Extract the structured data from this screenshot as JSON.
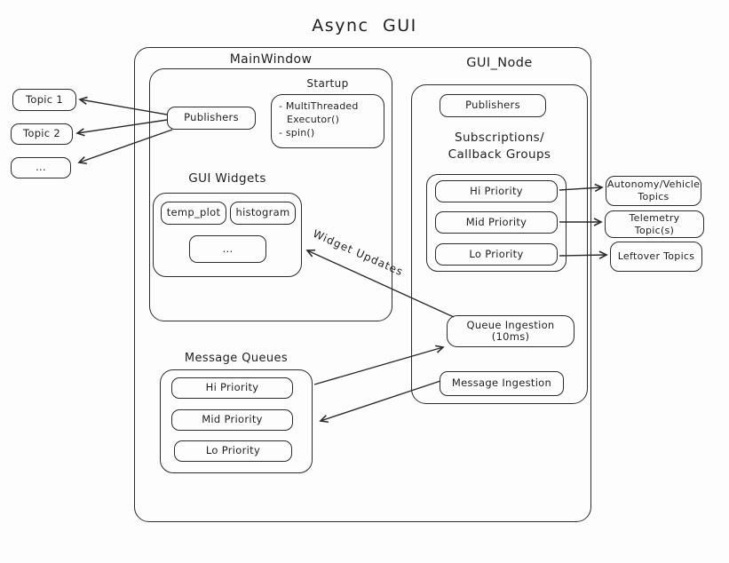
{
  "title": "Async GUI",
  "colors": {
    "stroke": "#2b2b2b",
    "background": "#fdfdfd"
  },
  "left_topics": [
    "Topic 1",
    "Topic 2",
    "..."
  ],
  "main_window": {
    "label": "MainWindow",
    "publishers_label": "Publishers",
    "startup": {
      "label": "Startup",
      "lines": [
        "- MultiThreaded",
        "Executor()",
        "- spin()"
      ]
    },
    "gui_widgets": {
      "label": "GUI Widgets",
      "items": [
        "temp_plot",
        "histogram",
        "..."
      ]
    },
    "message_queues": {
      "label": "Message Queues",
      "items": [
        "Hi Priority",
        "Mid Priority",
        "Lo Priority"
      ]
    }
  },
  "gui_node": {
    "label": "GUI_Node",
    "publishers_label": "Publishers",
    "subscriptions": {
      "label": [
        "Subscriptions/",
        "Callback Groups"
      ],
      "items": [
        "Hi Priority",
        "Mid Priority",
        "Lo Priority"
      ]
    },
    "queue_ingestion_label": "Queue Ingestion (10ms)",
    "message_ingestion_label": "Message Ingestion"
  },
  "right_topics": [
    "Autonomy/Vehicle Topics",
    "Telemetry Topic(s)",
    "Leftover Topics"
  ],
  "arrow_labels": {
    "widget_updates": "Widget Updates"
  }
}
